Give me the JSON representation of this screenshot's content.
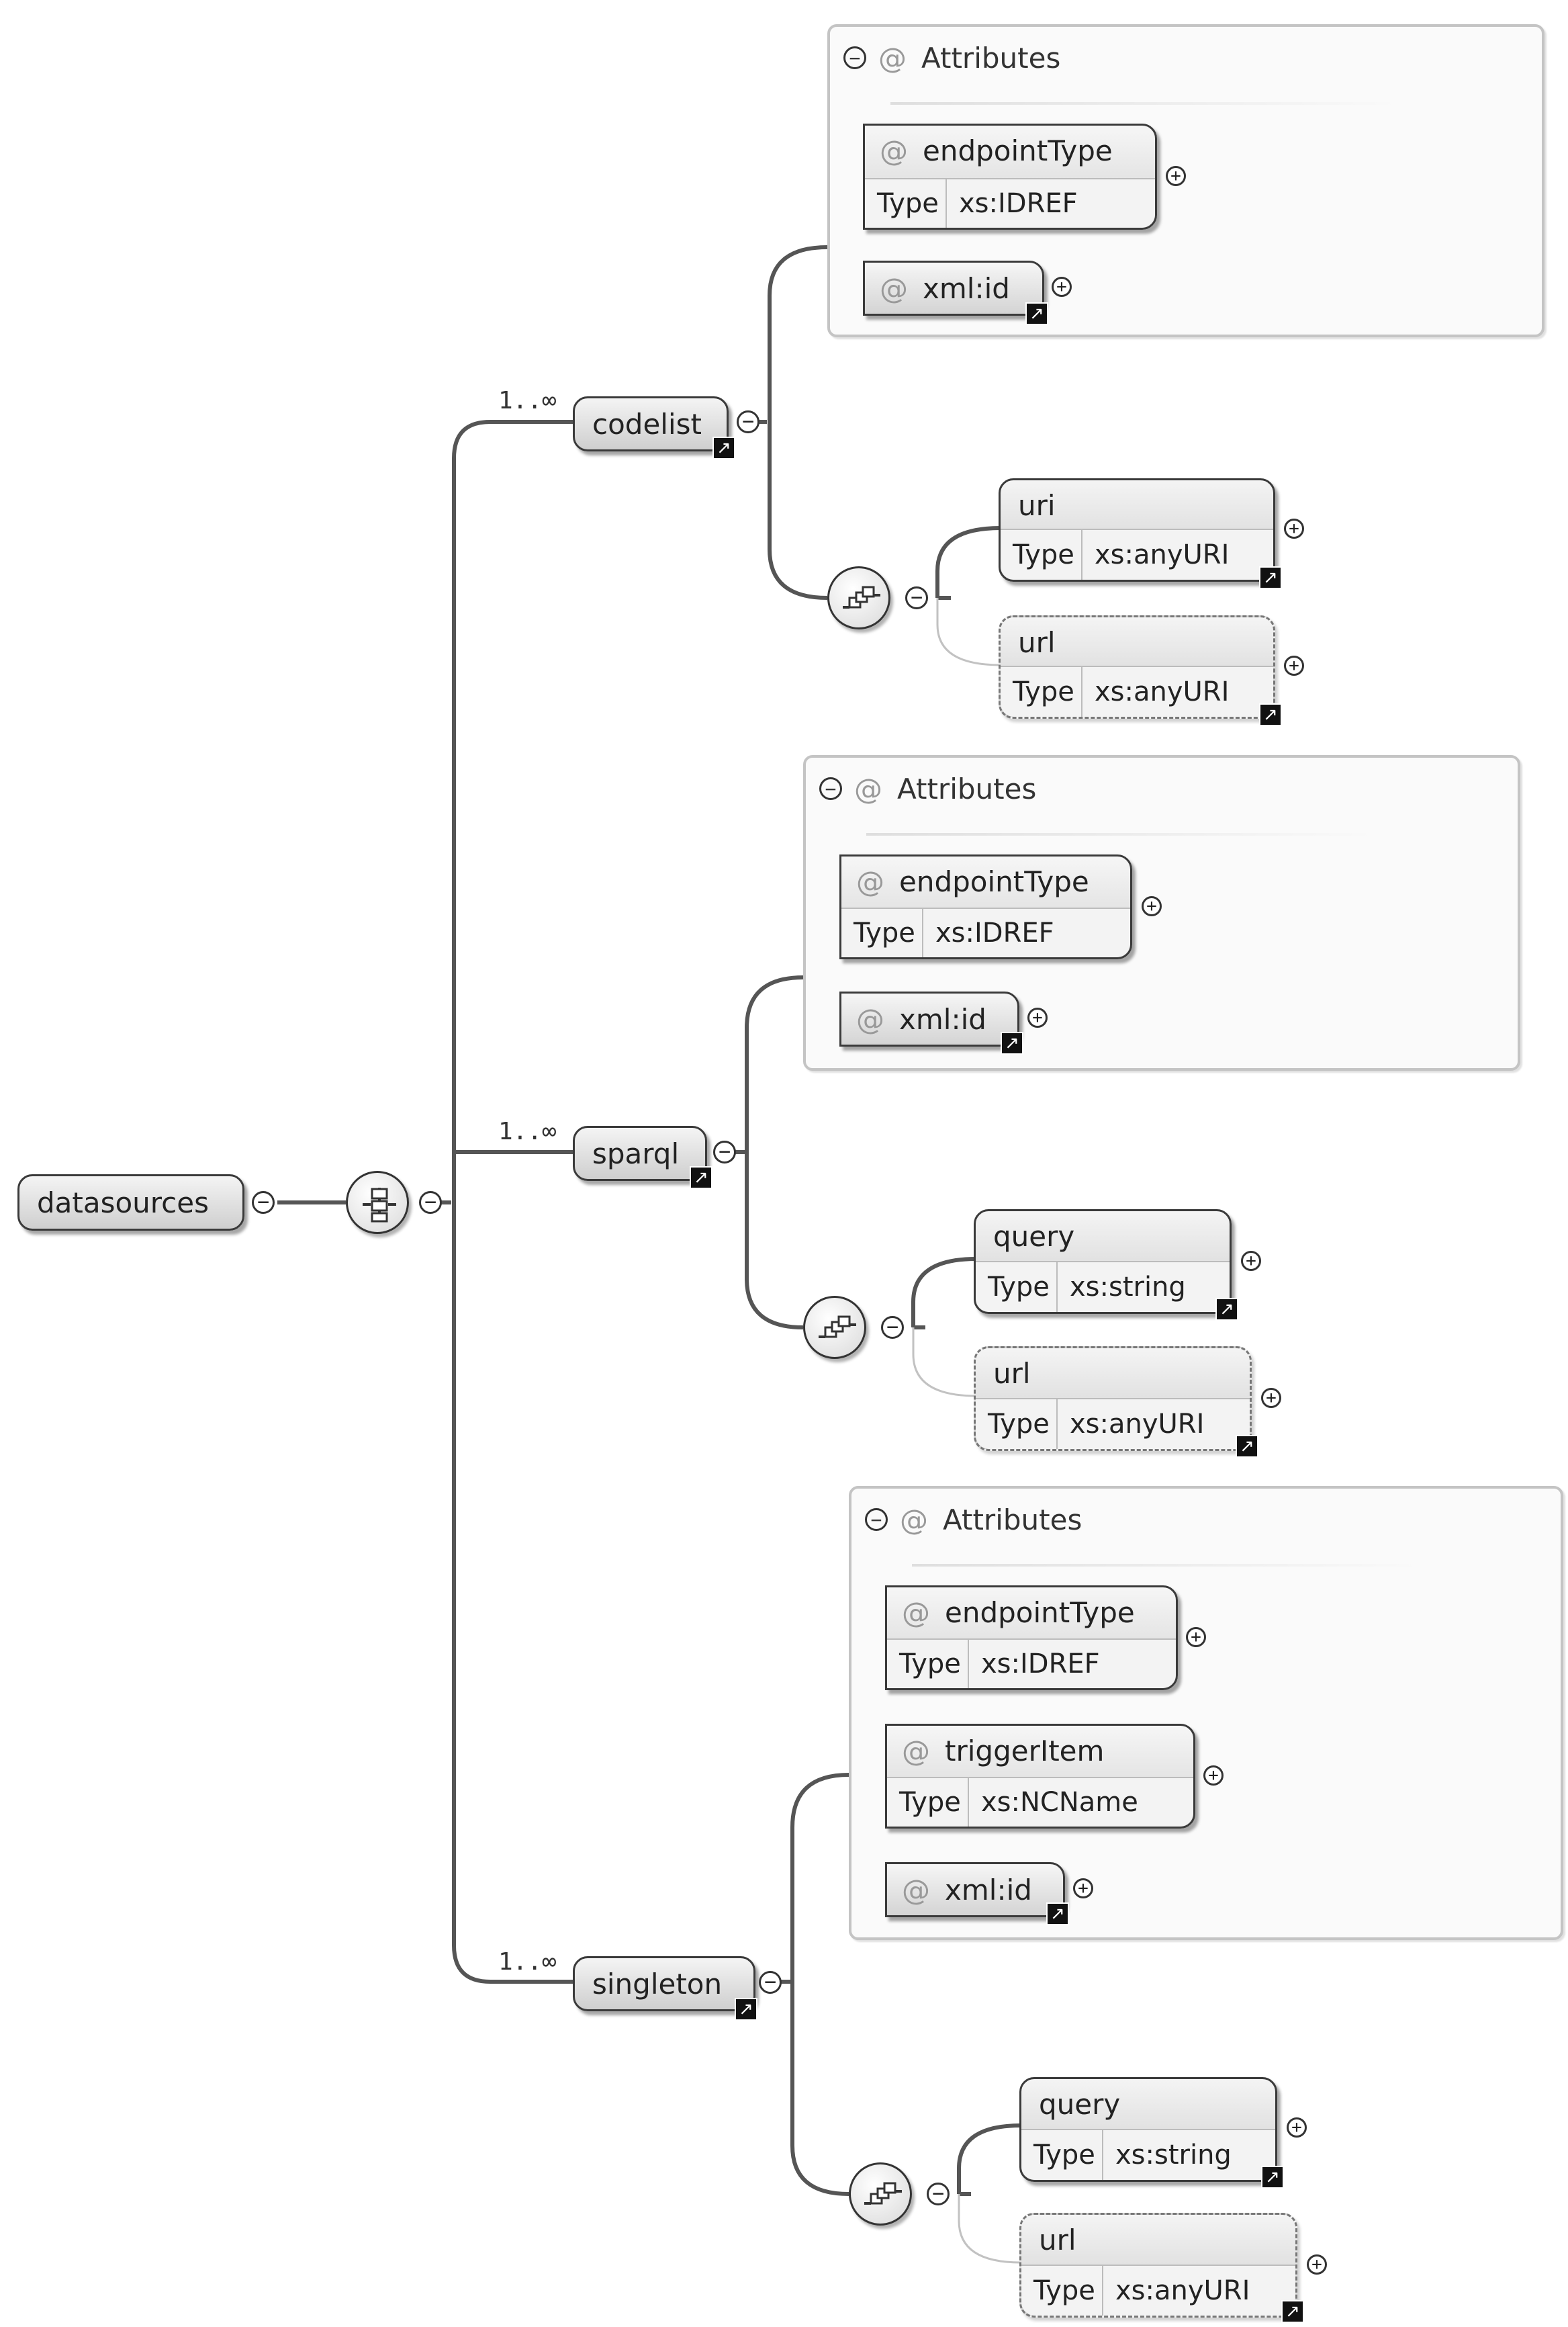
{
  "root": {
    "name": "datasources"
  },
  "cardinality": "1..∞",
  "type_label": "Type",
  "attributes_header": "Attributes",
  "at_symbol": "@",
  "codelist": {
    "name": "codelist",
    "attributes": [
      {
        "name": "endpointType",
        "type": "xs:IDREF"
      },
      {
        "name": "xml:id"
      }
    ],
    "children": [
      {
        "name": "uri",
        "type": "xs:anyURI"
      },
      {
        "name": "url",
        "type": "xs:anyURI"
      }
    ]
  },
  "sparql": {
    "name": "sparql",
    "attributes": [
      {
        "name": "endpointType",
        "type": "xs:IDREF"
      },
      {
        "name": "xml:id"
      }
    ],
    "children": [
      {
        "name": "query",
        "type": "xs:string"
      },
      {
        "name": "url",
        "type": "xs:anyURI"
      }
    ]
  },
  "singleton": {
    "name": "singleton",
    "attributes": [
      {
        "name": "endpointType",
        "type": "xs:IDREF"
      },
      {
        "name": "triggerItem",
        "type": "xs:NCName"
      },
      {
        "name": "xml:id"
      }
    ],
    "children": [
      {
        "name": "query",
        "type": "xs:string"
      },
      {
        "name": "url",
        "type": "xs:anyURI"
      }
    ]
  }
}
